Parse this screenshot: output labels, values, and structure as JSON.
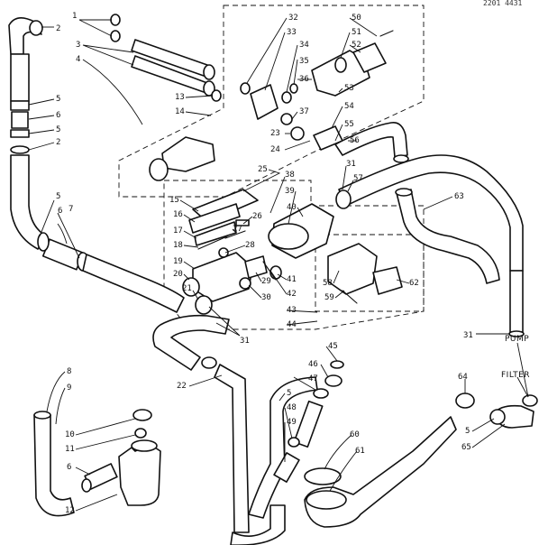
{
  "corner_text": "2201 4431",
  "callouts": [
    {
      "id": "c1",
      "n": "1"
    },
    {
      "id": "c2a",
      "n": "2"
    },
    {
      "id": "c3",
      "n": "3"
    },
    {
      "id": "c4",
      "n": "4"
    },
    {
      "id": "c5a",
      "n": "5"
    },
    {
      "id": "c6a",
      "n": "6"
    },
    {
      "id": "c5b",
      "n": "5"
    },
    {
      "id": "c2b",
      "n": "2"
    },
    {
      "id": "c5c",
      "n": "5"
    },
    {
      "id": "c6b",
      "n": "6"
    },
    {
      "id": "c7",
      "n": "7"
    },
    {
      "id": "c13",
      "n": "13"
    },
    {
      "id": "c14",
      "n": "14"
    },
    {
      "id": "c32",
      "n": "32"
    },
    {
      "id": "c33",
      "n": "33"
    },
    {
      "id": "c34",
      "n": "34"
    },
    {
      "id": "c35",
      "n": "35"
    },
    {
      "id": "c36",
      "n": "36"
    },
    {
      "id": "c37",
      "n": "37"
    },
    {
      "id": "c23",
      "n": "23"
    },
    {
      "id": "c24",
      "n": "24"
    },
    {
      "id": "c50",
      "n": "50"
    },
    {
      "id": "c51",
      "n": "51"
    },
    {
      "id": "c52",
      "n": "52"
    },
    {
      "id": "c53",
      "n": "53"
    },
    {
      "id": "c54",
      "n": "54"
    },
    {
      "id": "c55",
      "n": "55"
    },
    {
      "id": "c56",
      "n": "56"
    },
    {
      "id": "c31a",
      "n": "31"
    },
    {
      "id": "c25",
      "n": "25"
    },
    {
      "id": "c38",
      "n": "38"
    },
    {
      "id": "c57",
      "n": "57"
    },
    {
      "id": "c63",
      "n": "63"
    },
    {
      "id": "c15",
      "n": "15"
    },
    {
      "id": "c16",
      "n": "16"
    },
    {
      "id": "c17",
      "n": "17"
    },
    {
      "id": "c18",
      "n": "18"
    },
    {
      "id": "c19",
      "n": "19"
    },
    {
      "id": "c20",
      "n": "20"
    },
    {
      "id": "c21",
      "n": "21"
    },
    {
      "id": "c26",
      "n": "26"
    },
    {
      "id": "c27",
      "n": "27"
    },
    {
      "id": "c28",
      "n": "28"
    },
    {
      "id": "c29",
      "n": "29"
    },
    {
      "id": "c30",
      "n": "30"
    },
    {
      "id": "c39",
      "n": "39"
    },
    {
      "id": "c40",
      "n": "40"
    },
    {
      "id": "c41",
      "n": "41"
    },
    {
      "id": "c42",
      "n": "42"
    },
    {
      "id": "c43",
      "n": "43"
    },
    {
      "id": "c44",
      "n": "44"
    },
    {
      "id": "c58",
      "n": "58"
    },
    {
      "id": "c59",
      "n": "59"
    },
    {
      "id": "c62",
      "n": "62"
    },
    {
      "id": "c31b",
      "n": "31"
    },
    {
      "id": "c31c",
      "n": "31"
    },
    {
      "id": "c45",
      "n": "45"
    },
    {
      "id": "c46",
      "n": "46"
    },
    {
      "id": "c47",
      "n": "47"
    },
    {
      "id": "c5d",
      "n": "5"
    },
    {
      "id": "c48",
      "n": "48"
    },
    {
      "id": "c49",
      "n": "49"
    },
    {
      "id": "c22",
      "n": "22"
    },
    {
      "id": "c8",
      "n": "8"
    },
    {
      "id": "c9",
      "n": "9"
    },
    {
      "id": "c10",
      "n": "10"
    },
    {
      "id": "c11",
      "n": "11"
    },
    {
      "id": "c6c",
      "n": "6"
    },
    {
      "id": "c12",
      "n": "12"
    },
    {
      "id": "c60",
      "n": "60"
    },
    {
      "id": "c61",
      "n": "61"
    },
    {
      "id": "c64",
      "n": "64"
    },
    {
      "id": "c5e",
      "n": "5"
    },
    {
      "id": "c65",
      "n": "65"
    }
  ],
  "labels": {
    "pump": "PUMP",
    "filter": "FILTER"
  }
}
